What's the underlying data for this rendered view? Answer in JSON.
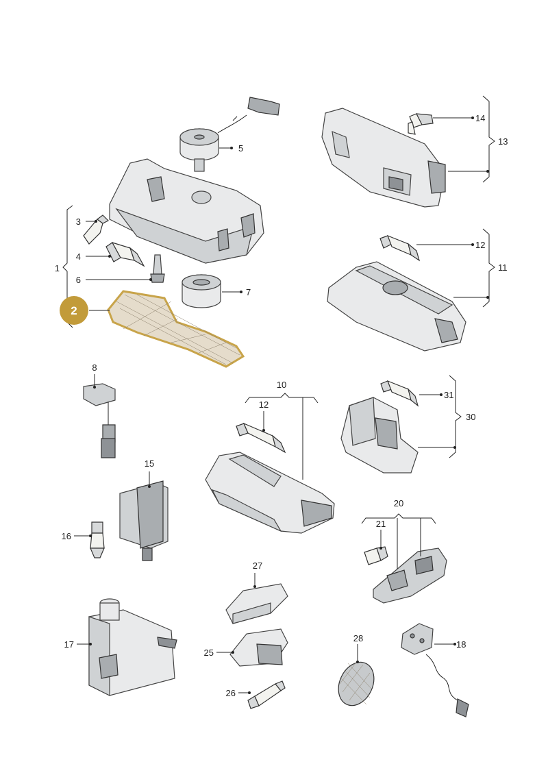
{
  "highlight": {
    "label": "2",
    "color": "#c29b3a"
  },
  "callouts": {
    "c1": "1",
    "c3": "3",
    "c4": "4",
    "c5": "5",
    "c6": "6",
    "c7": "7",
    "c8": "8",
    "c10": "10",
    "c11": "11",
    "c12a": "12",
    "c12b": "12",
    "c13": "13",
    "c14": "14",
    "c15": "15",
    "c16": "16",
    "c17": "17",
    "c18": "18",
    "c20": "20",
    "c21": "21",
    "c25": "25",
    "c26": "26",
    "c27": "27",
    "c28": "28",
    "c30": "30",
    "c31": "31"
  },
  "parts": [
    {
      "id": "interior-light-housing",
      "icon": "housing-icon"
    },
    {
      "id": "lens-mesh",
      "icon": "mesh-lens-icon"
    },
    {
      "id": "bulb",
      "icon": "bulb-icon"
    },
    {
      "id": "switch",
      "icon": "switch-icon"
    }
  ]
}
